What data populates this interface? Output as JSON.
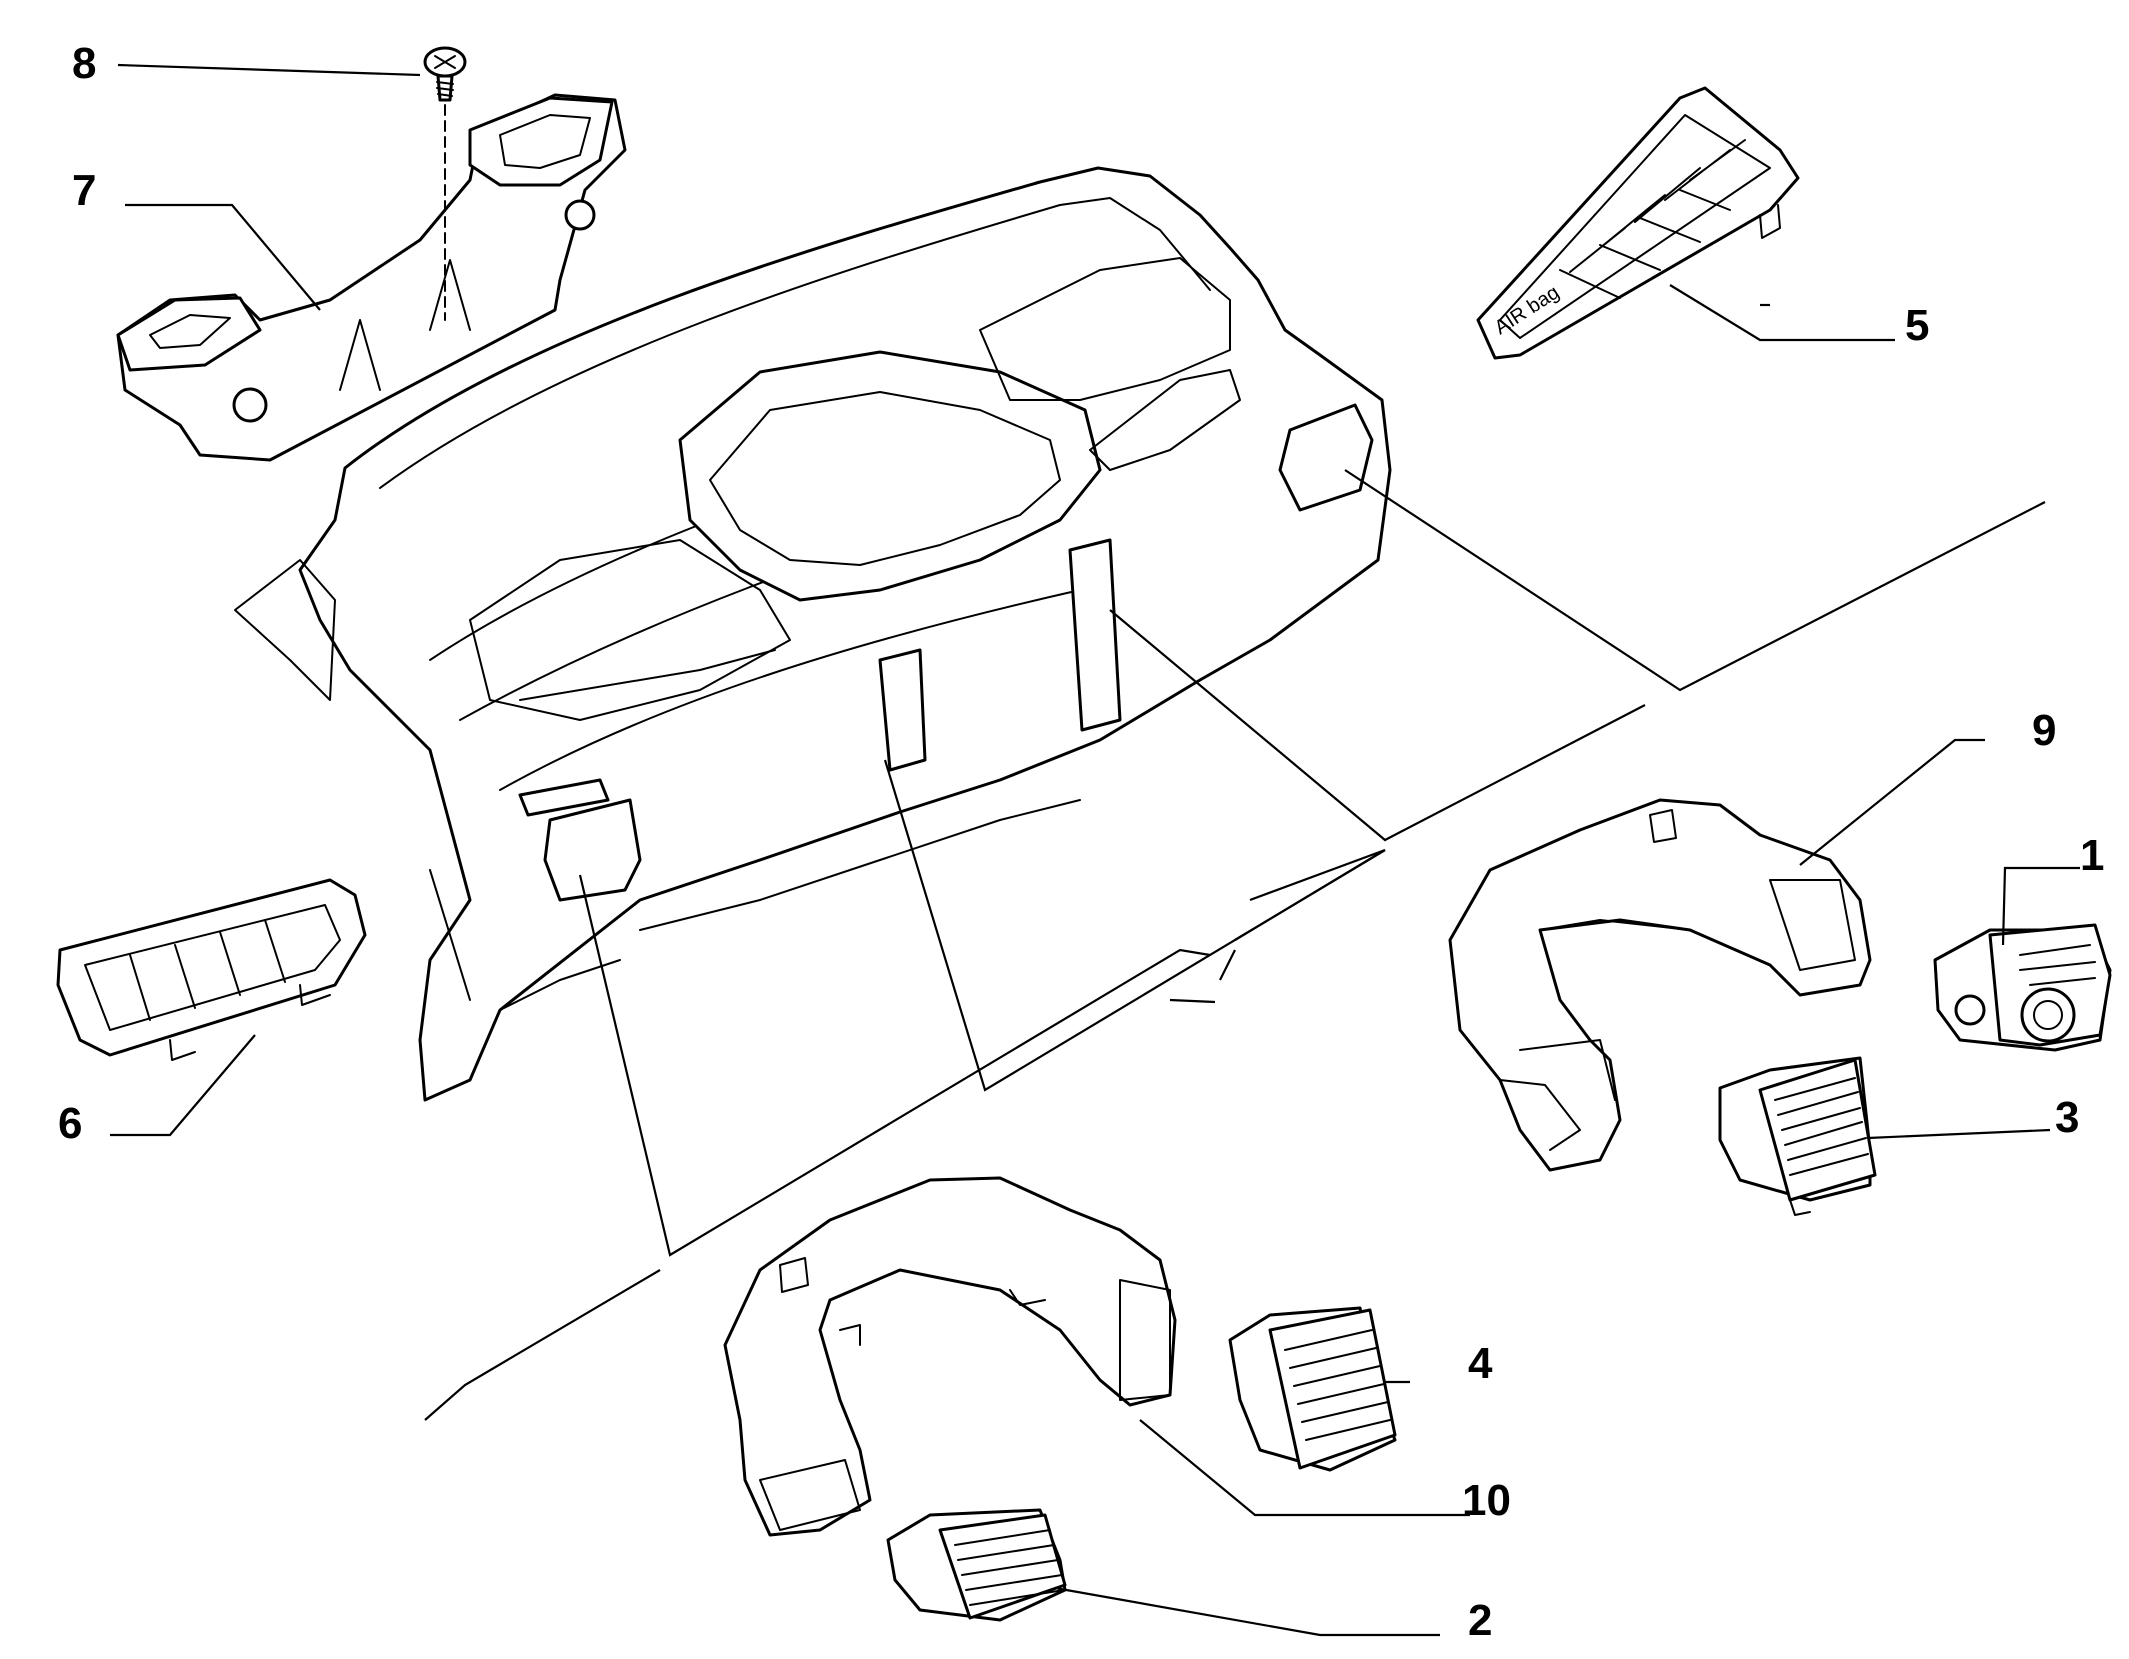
{
  "diagram": {
    "callouts": [
      {
        "id": "1",
        "label": "1"
      },
      {
        "id": "2",
        "label": "2"
      },
      {
        "id": "3",
        "label": "3"
      },
      {
        "id": "4",
        "label": "4"
      },
      {
        "id": "5",
        "label": "5"
      },
      {
        "id": "6",
        "label": "6"
      },
      {
        "id": "7",
        "label": "7"
      },
      {
        "id": "8",
        "label": "8"
      },
      {
        "id": "9",
        "label": "9"
      },
      {
        "id": "10",
        "label": "10"
      }
    ],
    "airbag_cover_text": "AIR bag"
  }
}
